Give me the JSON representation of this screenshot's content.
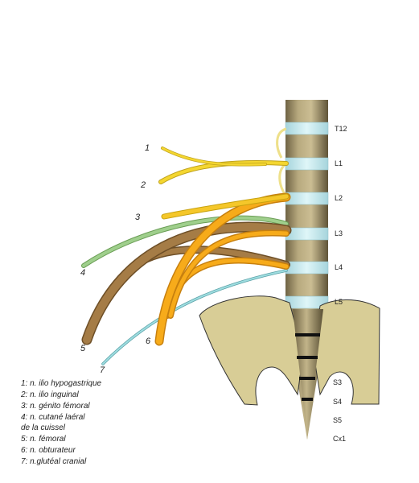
{
  "vertebrae": [
    "T12",
    "L1",
    "L2",
    "L3",
    "L4",
    "L5"
  ],
  "sacral": [
    "S3",
    "S4",
    "S5",
    "Cx1"
  ],
  "nerve_numbers": [
    "1",
    "2",
    "3",
    "4",
    "5",
    "6",
    "7"
  ],
  "legend": [
    "1: n. ilio hypogastrique",
    "2: n. ilio inguinal",
    "3: n. génito fémoral",
    "4: n. cutané laéral\nde la cuissel",
    "5: n. fémoral",
    "6: n. obturateur",
    "7: n.glutéal cranial"
  ],
  "colors": {
    "vertebra": "#c1b38a",
    "disc": "#c6ecf1",
    "pelvis": "#d8cd96",
    "nerve_yellow": "#f4d630",
    "nerve_orange": "#f7ab1a",
    "nerve_brown": "#a57c46",
    "nerve_green": "#9fcf8c",
    "nerve_cyan": "#84cbd0"
  }
}
